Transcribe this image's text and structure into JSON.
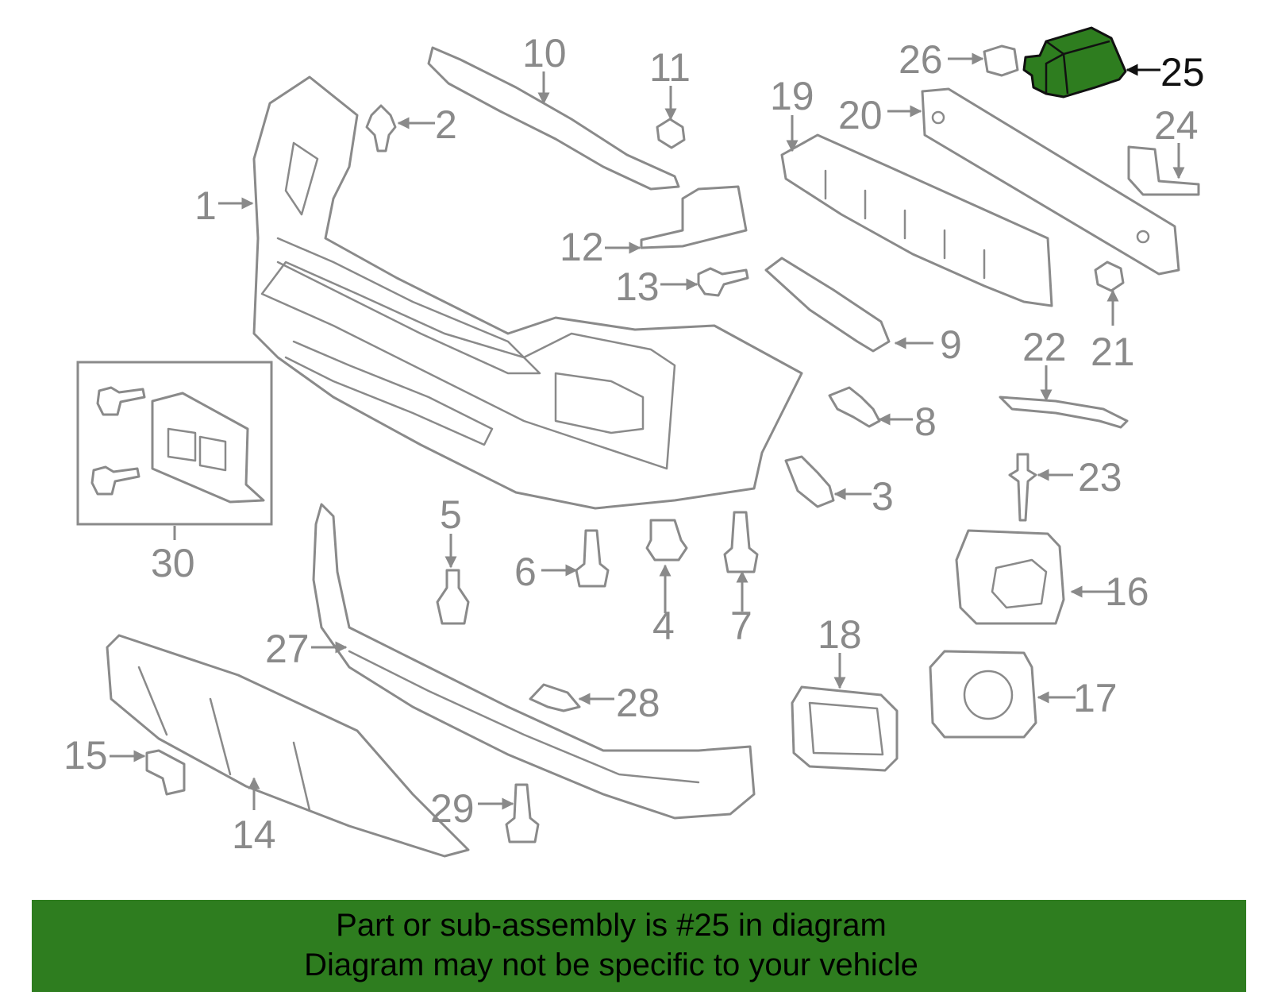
{
  "diagram": {
    "highlight_color": "#2e7d1f",
    "line_color": "#8a8a8a",
    "highlighted_callout": "25",
    "callouts": {
      "c1": "1",
      "c2": "2",
      "c3": "3",
      "c4": "4",
      "c5": "5",
      "c6": "6",
      "c7": "7",
      "c8": "8",
      "c9": "9",
      "c10": "10",
      "c11": "11",
      "c12": "12",
      "c13": "13",
      "c14": "14",
      "c15": "15",
      "c16": "16",
      "c17": "17",
      "c18": "18",
      "c19": "19",
      "c20": "20",
      "c21": "21",
      "c22": "22",
      "c23": "23",
      "c24": "24",
      "c25": "25",
      "c26": "26",
      "c27": "27",
      "c28": "28",
      "c29": "29",
      "c30": "30"
    }
  },
  "banner": {
    "line1": "Part or sub-assembly is #25 in diagram",
    "line2": "Diagram may not be specific to your vehicle",
    "background": "#2e7d1f"
  }
}
